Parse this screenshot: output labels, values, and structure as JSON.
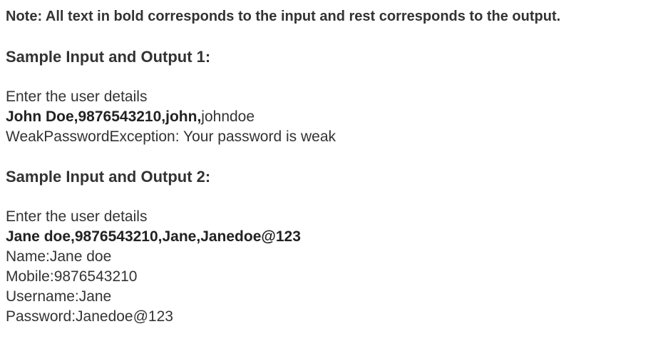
{
  "note": {
    "label": "Note:",
    "text": " All text in bold corresponds to the input and rest corresponds to the output."
  },
  "samples": [
    {
      "heading": "Sample Input and Output 1:",
      "prompt": "Enter the user details",
      "input_bold_part": "John Doe,9876543210,john,",
      "input_plain_part": "johndoe",
      "output_lines": [
        "WeakPasswordException: Your password is weak"
      ]
    },
    {
      "heading": "Sample Input and Output 2:",
      "prompt": "Enter the user details",
      "input_bold_part": "Jane doe,9876543210,Jane,Janedoe@123",
      "output_lines": [
        "Name:Jane doe",
        "Mobile:9876543210",
        "Username:Jane",
        "Password:Janedoe@123"
      ]
    }
  ]
}
